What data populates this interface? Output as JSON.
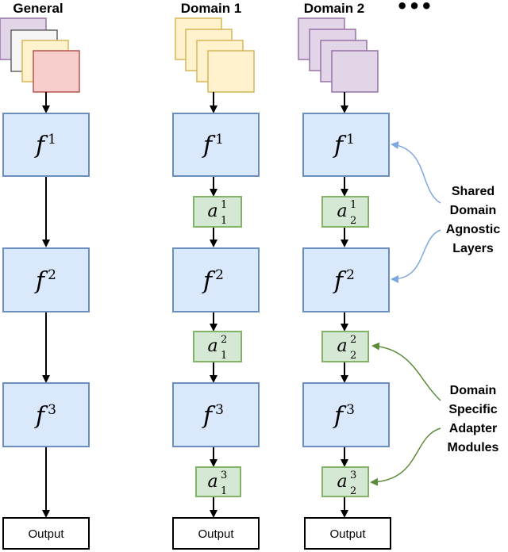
{
  "columns": [
    {
      "id": "general",
      "title": "General",
      "layers": [
        {
          "symbol": "f",
          "sup": "1"
        },
        {
          "symbol": "f",
          "sup": "2"
        },
        {
          "symbol": "f",
          "sup": "3"
        }
      ],
      "adapters": [],
      "output": "Output"
    },
    {
      "id": "domain1",
      "title": "Domain 1",
      "layers": [
        {
          "symbol": "f",
          "sup": "1"
        },
        {
          "symbol": "f",
          "sup": "2"
        },
        {
          "symbol": "f",
          "sup": "3"
        }
      ],
      "adapters": [
        {
          "symbol": "a",
          "sup": "1",
          "sub": "1"
        },
        {
          "symbol": "a",
          "sup": "2",
          "sub": "1"
        },
        {
          "symbol": "a",
          "sup": "3",
          "sub": "1"
        }
      ],
      "output": "Output"
    },
    {
      "id": "domain2",
      "title": "Domain 2",
      "layers": [
        {
          "symbol": "f",
          "sup": "1"
        },
        {
          "symbol": "f",
          "sup": "2"
        },
        {
          "symbol": "f",
          "sup": "3"
        }
      ],
      "adapters": [
        {
          "symbol": "a",
          "sup": "1",
          "sub": "2"
        },
        {
          "symbol": "a",
          "sup": "2",
          "sub": "2"
        },
        {
          "symbol": "a",
          "sup": "3",
          "sub": "2"
        }
      ],
      "output": "Output"
    }
  ],
  "ellipsis": "•••",
  "annotations": {
    "shared": {
      "lines": [
        "Shared",
        "Domain",
        "Agnostic",
        "Layers"
      ]
    },
    "specific": {
      "lines": [
        "Domain",
        "Specific",
        "Adapter",
        "Modules"
      ]
    }
  },
  "colors": {
    "layer_fill": "#dae8fc",
    "layer_stroke": "#6c8ebf",
    "adapter_fill": "#d5e8d4",
    "adapter_stroke": "#82b366",
    "shared_arrow": "#7ea6e0",
    "specific_arrow": "#5a8a3a",
    "stack_general": [
      "#e1d5e7",
      "#f5f5f5",
      "#fff2cc",
      "#f8cecc"
    ],
    "stack_general_stroke": [
      "#9673a6",
      "#666666",
      "#d6b656",
      "#b85450"
    ],
    "stack_domain1": "#fff2cc",
    "stack_domain1_stroke": "#d6b656",
    "stack_domain2": "#e1d5e7",
    "stack_domain2_stroke": "#9673a6"
  }
}
